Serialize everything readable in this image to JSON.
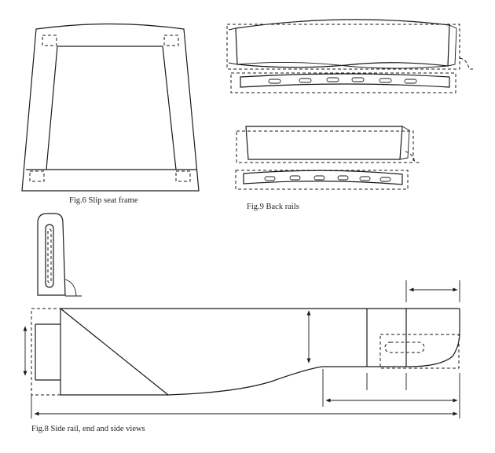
{
  "figures": {
    "fig6": {
      "caption": "Fig.6 Slip seat frame"
    },
    "fig9": {
      "caption": "Fig.9 Back rails"
    },
    "fig8": {
      "caption": "Fig.8 Side rail, end and side views"
    }
  },
  "colors": {
    "line": "#1a1a1a",
    "background": "#ffffff"
  }
}
